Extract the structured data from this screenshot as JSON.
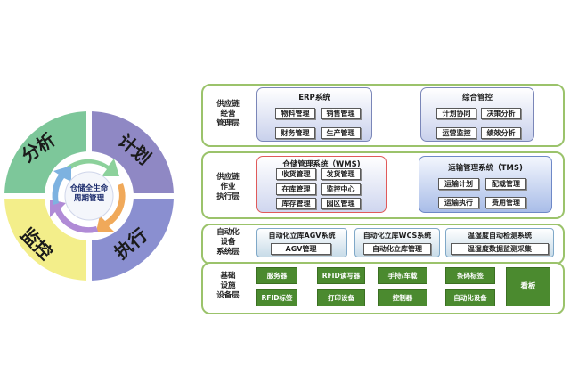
{
  "cycle": {
    "center": "仓储全生命\n周期管理",
    "quadrants": {
      "top_left": "分析",
      "top_right": "计划",
      "bottom_left": "监控",
      "bottom_right": "执行"
    }
  },
  "layers": [
    {
      "label": "供应链\n经营\n管理层",
      "panels": [
        {
          "title": "ERP系统",
          "items": [
            "物料管理",
            "销售管理",
            "财务管理",
            "生产管理"
          ]
        },
        {
          "title": "综合管控",
          "items": [
            "计划协同",
            "决策分析",
            "运营监控",
            "绩效分析"
          ]
        }
      ]
    },
    {
      "label": "供应链\n作业\n执行层",
      "panels": [
        {
          "title": "仓储管理系统（WMS)",
          "items": [
            "收货管理",
            "发货管理",
            "在库管理",
            "监控中心",
            "库存管理",
            "园区管理"
          ]
        },
        {
          "title": "运输管理系统（TMS)",
          "items": [
            "运输计划",
            "配载管理",
            "运输执行",
            "费用管理"
          ]
        }
      ]
    },
    {
      "label": "自动化\n设备\n系统层",
      "panels": [
        {
          "title": "自动化立库AGV系统",
          "items": [
            "AGV管理"
          ]
        },
        {
          "title": "自动化立库WCS系统",
          "items": [
            "自动化立库管理"
          ]
        },
        {
          "title": "温湿度自动检测系统",
          "items": [
            "温湿度数据监测采集"
          ]
        }
      ]
    },
    {
      "label": "基础\n设施\n设备层",
      "items": [
        "服务器",
        "RFID读写器",
        "手持/车载",
        "条码标签",
        "RFID标签",
        "打印设备",
        "控制器",
        "自动化设备",
        "看板"
      ]
    }
  ]
}
